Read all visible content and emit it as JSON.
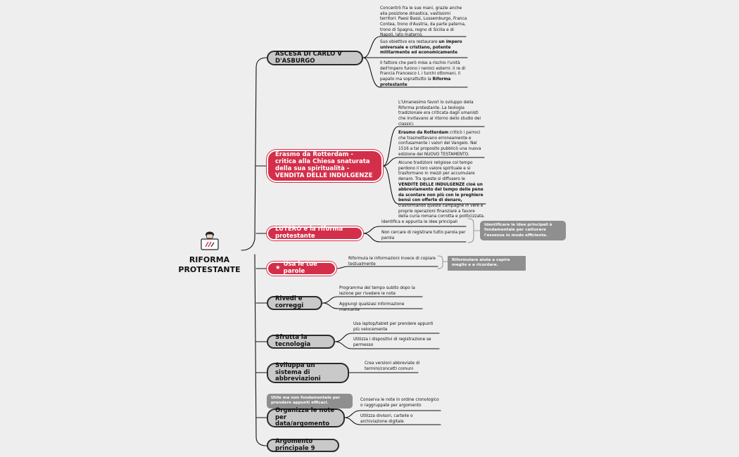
{
  "root": {
    "title": "RIFORMA PROTESTANTE"
  },
  "branches": [
    {
      "label": "ASCESA DI CARLO V D'ASBURGO",
      "style": "grey",
      "notes": [
        {
          "text": "Concentrò fra le sue mani, grazie anche alla posizione dinastica, vastissimi territori: Paesi Bassi, Lussemburgo, Franca Contea, trono d'Austria, da parte paterna, trono di Spagna, regno di Sicilia e di Napoli, lato materno."
        },
        {
          "pre": "Suo obiettivo era restaurare ",
          "bold": "un impero universale e cristiano, potente militarmente ed economicamente",
          "post": ""
        },
        {
          "pre": "Il fattore che però mise a rischio l'unità dell'impero furono i nemici esterni: il re di Francia Francesco I, i turchi ottomani, il papato ma soprattutto la ",
          "bold": "Riforma protestante",
          "post": ""
        }
      ]
    },
    {
      "label": "Erasmo da Rotterdam - critica alla Chiesa snaturata della sua spiritualità - VENDITA DELLE INDULGENZE",
      "style": "red",
      "notes": [
        {
          "text": "L'Umanesimo favorì lo sviluppo della Riforma protestante. La teologia tradizionale era criticata dagli umanisti che invitavano al ritorno dello studio dei classici."
        },
        {
          "pre": " ",
          "bold": "Erasmo da Rotterdam",
          "post": " criticò i parroci che trasmettevano erroneamente e confusamente i valori del Vangelo. Nel 1516 a tal proposito pubblicò una nuova edizione del NUOVO TESTAMENTO."
        },
        {
          "pre": "Alcune tradizioni religiose col tempo perdono il loro valore spirituale e si trasformano in mezzi per accumulare denaro. Tra queste si diffusero le ",
          "bold": "VENDITE DELLE INDULGENZE cioè un abbreviamento del tempo delle pene da scontare non più con le preghiere bensì con offerte di denaro,",
          "post": " trasformando queste campagne in vere e proprie operazioni finanziare a favore della curia romana corrotta e politicizzata."
        }
      ]
    },
    {
      "label": "LUTERO e la riforma protestante",
      "style": "red",
      "notes": [
        {
          "text": "Identifica e appunta le idee principali"
        },
        {
          "text": "Non cercare di registrare tutto parola per parola"
        }
      ],
      "callout": "Identificare le idee principali è fondamentale per catturare l'essenza in modo efficiente."
    },
    {
      "label": "Usa le tue parole",
      "style": "red",
      "star": "★",
      "notes": [
        {
          "text": "Riformula le informazioni invece di copiare testualmente"
        }
      ],
      "callout": "Riformulare aiuta a capire meglio e a ricordare."
    },
    {
      "label": "Rivedi e correggi",
      "style": "grey",
      "notes": [
        {
          "text": "Programma del tempo subito dopo la lezione per rivedere le note"
        },
        {
          "text": "Aggiungi qualsiasi informazione mancante"
        }
      ]
    },
    {
      "label": "Sfrutta la tecnologia",
      "style": "grey",
      "notes": [
        {
          "text": "Usa laptop/tablet per prendere appunti più velocemente"
        },
        {
          "text": "Utilizza i dispositivi di registrazione se permesso"
        }
      ]
    },
    {
      "label": "Sviluppa un sistema di abbreviazioni",
      "style": "grey",
      "notes": [
        {
          "text": "Crea versioni abbreviate di termini/concetti comuni"
        }
      ]
    },
    {
      "label": "Organizza le note per data/argomento",
      "style": "grey",
      "notes": [
        {
          "text": "Conserva le note in ordine cronologico o raggruppate per argomento"
        },
        {
          "text": "Utilizza divisori, cartelle o archiviazione digitale"
        }
      ],
      "callout": "Utile ma non fondamentale per prendere appunti efficaci."
    },
    {
      "label": "Argomento principale 9",
      "style": "grey",
      "notes": []
    }
  ],
  "colors": {
    "red": "#d32f4a",
    "grey": "#c9c9c9",
    "callout": "#8f8f8f",
    "background": "#eeeeee"
  },
  "icons": {
    "root": "person-laptop-icon",
    "star": "star-icon"
  }
}
